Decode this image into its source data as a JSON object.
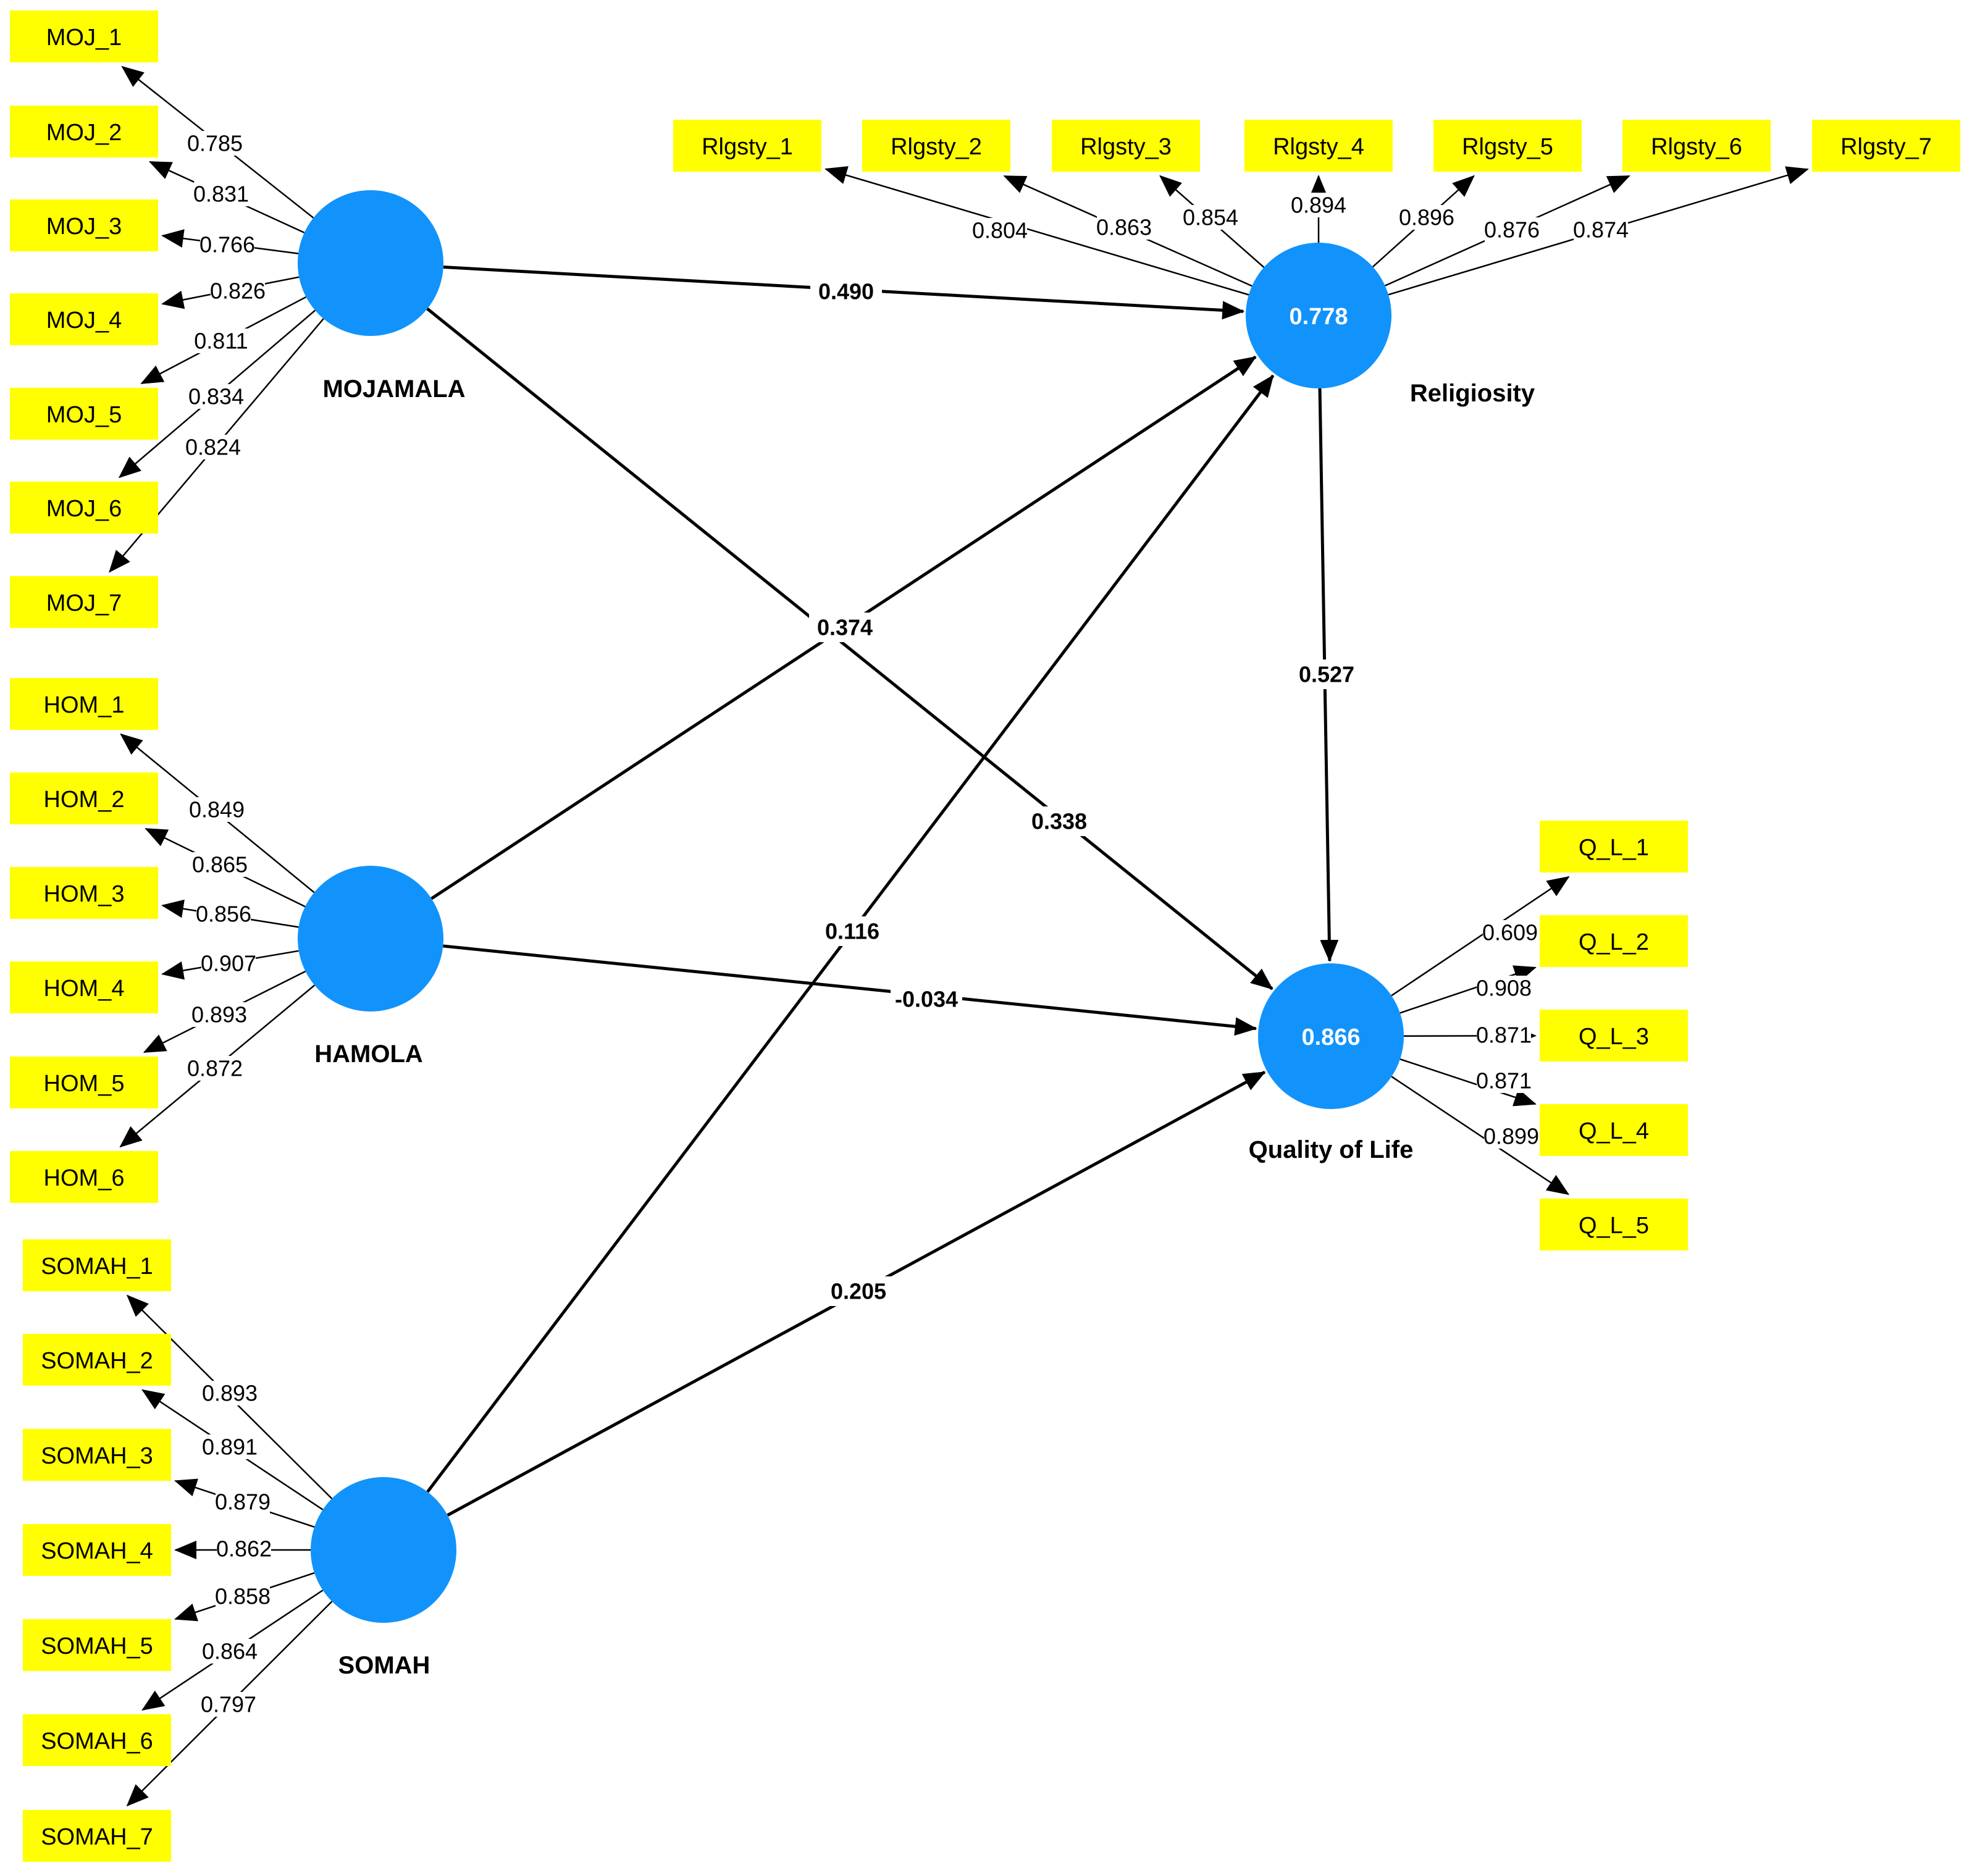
{
  "colors": {
    "latent": "#1193FB",
    "indicator": "#FFFF00",
    "arrow": "#000000"
  },
  "latents": {
    "mojamala": {
      "name": "MOJAMALA",
      "r2": ""
    },
    "hamola": {
      "name": "HAMOLA",
      "r2": ""
    },
    "somah": {
      "name": "SOMAH",
      "r2": ""
    },
    "religiosity": {
      "name": "Religiosity",
      "r2": "0.778"
    },
    "qol": {
      "name": "Quality of Life",
      "r2": "0.866"
    }
  },
  "indicators": {
    "mojamala": [
      {
        "name": "MOJ_1",
        "loading": "0.785"
      },
      {
        "name": "MOJ_2",
        "loading": "0.831"
      },
      {
        "name": "MOJ_3",
        "loading": "0.766"
      },
      {
        "name": "MOJ_4",
        "loading": "0.826"
      },
      {
        "name": "MOJ_5",
        "loading": "0.811"
      },
      {
        "name": "MOJ_6",
        "loading": "0.834"
      },
      {
        "name": "MOJ_7",
        "loading": "0.824"
      }
    ],
    "hamola": [
      {
        "name": "HOM_1",
        "loading": "0.849"
      },
      {
        "name": "HOM_2",
        "loading": "0.865"
      },
      {
        "name": "HOM_3",
        "loading": "0.856"
      },
      {
        "name": "HOM_4",
        "loading": "0.907"
      },
      {
        "name": "HOM_5",
        "loading": "0.893"
      },
      {
        "name": "HOM_6",
        "loading": "0.872"
      }
    ],
    "somah": [
      {
        "name": "SOMAH_1",
        "loading": "0.893"
      },
      {
        "name": "SOMAH_2",
        "loading": "0.891"
      },
      {
        "name": "SOMAH_3",
        "loading": "0.879"
      },
      {
        "name": "SOMAH_4",
        "loading": "0.862"
      },
      {
        "name": "SOMAH_5",
        "loading": "0.858"
      },
      {
        "name": "SOMAH_6",
        "loading": "0.864"
      },
      {
        "name": "SOMAH_7",
        "loading": "0.797"
      }
    ],
    "religiosity": [
      {
        "name": "Rlgsty_1",
        "loading": "0.804"
      },
      {
        "name": "Rlgsty_2",
        "loading": "0.863"
      },
      {
        "name": "Rlgsty_3",
        "loading": "0.854"
      },
      {
        "name": "Rlgsty_4",
        "loading": "0.894"
      },
      {
        "name": "Rlgsty_5",
        "loading": "0.896"
      },
      {
        "name": "Rlgsty_6",
        "loading": "0.876"
      },
      {
        "name": "Rlgsty_7",
        "loading": "0.874"
      }
    ],
    "qol": [
      {
        "name": "Q_L_1",
        "loading": "0.609"
      },
      {
        "name": "Q_L_2",
        "loading": "0.908"
      },
      {
        "name": "Q_L_3",
        "loading": "0.871"
      },
      {
        "name": "Q_L_4",
        "loading": "0.871"
      },
      {
        "name": "Q_L_5",
        "loading": "0.899"
      }
    ]
  },
  "paths": {
    "mojamala_religiosity": "0.490",
    "hamola_religiosity": "0.374",
    "mojamala_qol": "0.338",
    "somah_religiosity": "0.116",
    "hamola_qol": "-0.034",
    "religiosity_qol": "0.527",
    "somah_qol": "0.205"
  }
}
